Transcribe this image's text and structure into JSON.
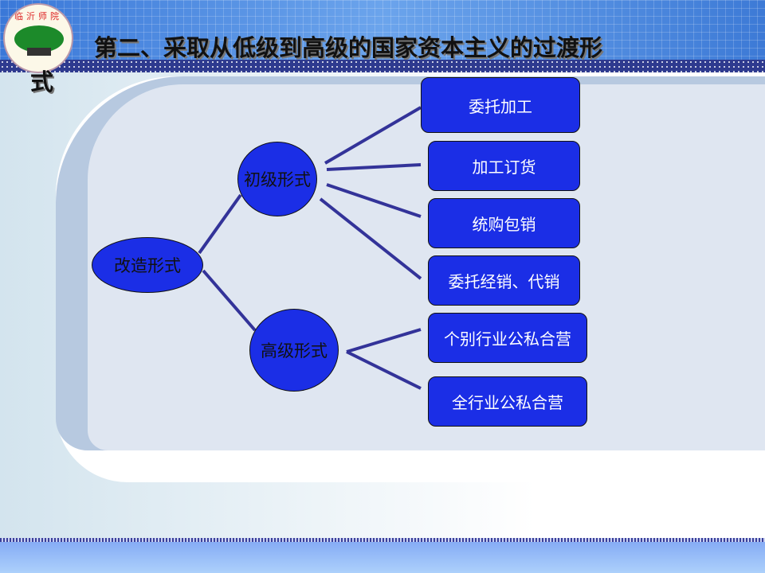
{
  "title": "第二、采取从低级到高级的国家资本主义的过渡形",
  "title_cont": "式",
  "logo": {
    "text": "临沂师院",
    "alt": "university-logo"
  },
  "diagram": {
    "root": "改造形式",
    "primary": "初级形式",
    "advanced": "高级形式",
    "primary_items": [
      "委托加工",
      "加工订货",
      "统购包销",
      "委托经销、代销"
    ],
    "advanced_items": [
      "个别行业公私合营",
      "全行业公私合营"
    ]
  },
  "colors": {
    "node": "#1b2ee6",
    "line": "#333399"
  }
}
